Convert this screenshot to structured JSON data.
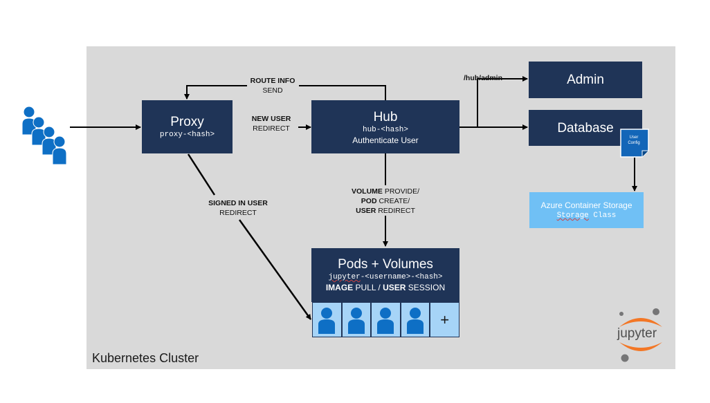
{
  "cluster": {
    "label": "Kubernetes Cluster"
  },
  "proxy": {
    "title": "Proxy",
    "host": "proxy-<hash>"
  },
  "hub": {
    "title": "Hub",
    "host": "hub-<hash>",
    "desc": "Authenticate User"
  },
  "admin": {
    "title": "Admin"
  },
  "database": {
    "title": "Database",
    "doc_label_1": "User",
    "doc_label_2": "Config"
  },
  "pods": {
    "title": "Pods + Volumes",
    "host_a": "jupyter",
    "host_b": "-<username>-<hash>",
    "line3_b1": "IMAGE",
    "line3_t1": " PULL / ",
    "line3_b2": "USER",
    "line3_t2": " SESSION",
    "plus": "+"
  },
  "azure": {
    "line1": "Azure Container Storage",
    "line2_a": "Storage",
    "line2_b": " Class"
  },
  "labels": {
    "route_info": {
      "bold": "ROUTE INFO",
      "text": "SEND"
    },
    "new_user": {
      "bold": "NEW USER",
      "text": "REDIRECT"
    },
    "hub_admin": "/hub/admin",
    "signed_in": {
      "bold": "SIGNED IN USER",
      "text": "REDIRECT"
    },
    "volume": {
      "b1": "VOLUME",
      "t1": " PROVIDE/",
      "b2": "POD",
      "t2": " CREATE/",
      "b3": "USER",
      "t3": " REDIRECT"
    }
  },
  "logo": {
    "text": "jupyter",
    "orange": "#f37726",
    "grey": "#767677"
  },
  "colors": {
    "box": "#1f3457",
    "cluster": "#d9d9d9",
    "user": "#0e6fc5",
    "cell": "#a6d4f7",
    "azure": "#70c0f5"
  }
}
